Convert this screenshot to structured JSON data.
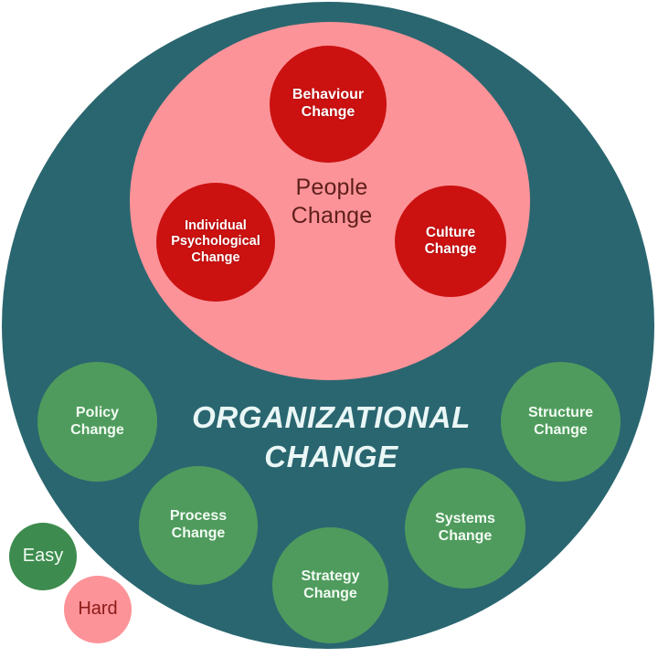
{
  "diagram": {
    "title": "ORGANIZATIONAL CHANGE",
    "inner_title": "People Change",
    "colors": {
      "outer_ring": "#2a6670",
      "inner_circle": "#fc9398",
      "people_bubble": "#cc1111",
      "org_bubble": "#4f9b5d",
      "legend_easy": "#3d8b4f",
      "legend_hard": "#fc9398",
      "title_text": "#eaf7f6",
      "inner_title_text": "#5e1f1c"
    }
  },
  "people_bubbles": [
    {
      "label": "Behaviour\nChange",
      "name": "behaviour-change"
    },
    {
      "label": "Individual\nPsychological\nChange",
      "name": "individual-psychological-change"
    },
    {
      "label": "Culture\nChange",
      "name": "culture-change"
    }
  ],
  "org_bubbles": [
    {
      "label": "Policy\nChange",
      "name": "policy-change"
    },
    {
      "label": "Structure\nChange",
      "name": "structure-change"
    },
    {
      "label": "Process\nChange",
      "name": "process-change"
    },
    {
      "label": "Systems\nChange",
      "name": "systems-change"
    },
    {
      "label": "Strategy\nChange",
      "name": "strategy-change"
    }
  ],
  "legend": {
    "easy_label": "Easy",
    "hard_label": "Hard"
  },
  "chart_data": {
    "type": "diagram",
    "title": "ORGANIZATIONAL CHANGE",
    "description": "Nested circle diagram: an outer teal 'Organizational Change' circle containing five green change-domain bubbles, and an inner pink 'People Change' circle containing three dark-red people-change bubbles. A two-item legend maps green to Easy and pink to Hard.",
    "groups": [
      {
        "name": "ORGANIZATIONAL CHANGE",
        "color": "#2a6670",
        "difficulty": "Easy",
        "items": [
          "Policy Change",
          "Structure Change",
          "Process Change",
          "Systems Change",
          "Strategy Change"
        ],
        "item_color": "#4f9b5d"
      },
      {
        "name": "People Change",
        "color": "#fc9398",
        "difficulty": "Hard",
        "items": [
          "Behaviour Change",
          "Individual Psychological Change",
          "Culture Change"
        ],
        "item_color": "#cc1111"
      }
    ],
    "legend": [
      {
        "label": "Easy",
        "color": "#3d8b4f"
      },
      {
        "label": "Hard",
        "color": "#fc9398"
      }
    ]
  }
}
